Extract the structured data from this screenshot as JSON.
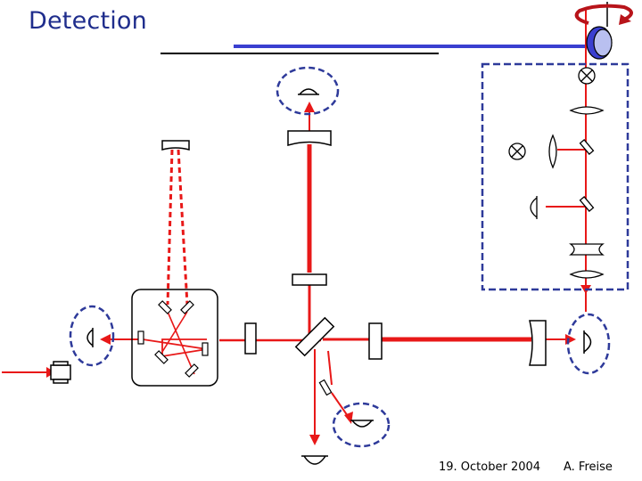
{
  "slide": {
    "title": "Detection",
    "footer_date": "19. October 2004",
    "footer_author": "A. Freise"
  },
  "colors": {
    "title": "#1f2d8c",
    "beam": "#e81818",
    "detector_outline": "#2e3a9a",
    "rotation_arrow": "#b8141a",
    "modulator_blue": "#3a3fd0"
  },
  "components": [
    "laser",
    "mode-cleaner",
    "beam-splitter",
    "end-mirror-north",
    "end-mirror-east",
    "power-recycling-mirror",
    "signal-recycling-mirror",
    "photodiode-north",
    "photodiode-east",
    "photodiode-west",
    "photodiode-south",
    "photodiode-output",
    "detection-bench",
    "rotating-modulator"
  ]
}
